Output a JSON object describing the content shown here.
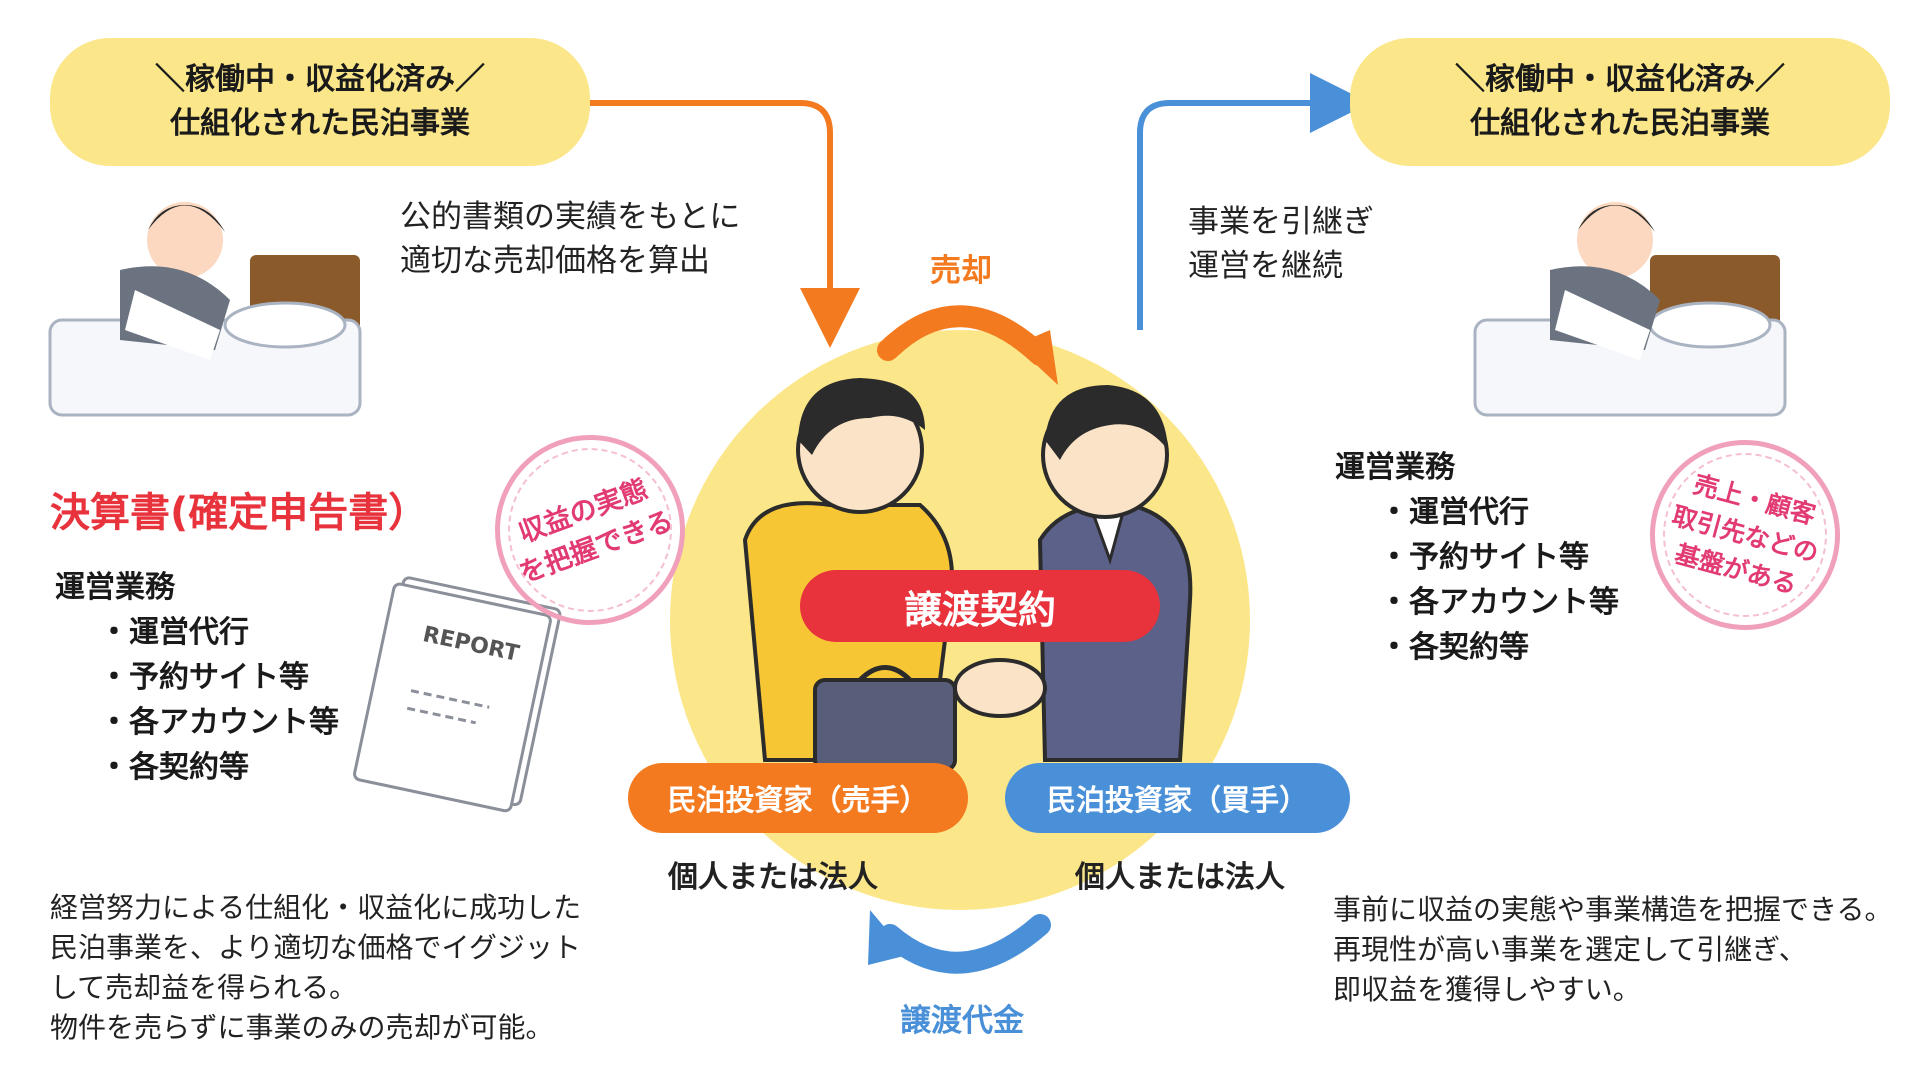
{
  "left_pill": {
    "line1": "＼稼働中・収益化済み／",
    "line2": "仕組化された民泊事業"
  },
  "right_pill": {
    "line1": "＼稼働中・収益化済み／",
    "line2": "仕組化された民泊事業"
  },
  "left_note": {
    "line1": "公的書類の実績をもとに",
    "line2": "適切な売却価格を算出"
  },
  "right_note": {
    "line1": "事業を引継ぎ",
    "line2": "運営を継続"
  },
  "sale_label": "売却",
  "payment_label": "譲渡代金",
  "contract_label": "譲渡契約",
  "financial_title": "決算書(確定申告書）",
  "left_ops": {
    "heading": "運営業務",
    "items": [
      "・運営代行",
      "・予約サイト等",
      "・各アカウント等",
      "・各契約等"
    ]
  },
  "right_ops": {
    "heading": "運営業務",
    "items": [
      "・運営代行",
      "・予約サイト等",
      "・各アカウント等",
      "・各契約等"
    ]
  },
  "left_stamp": {
    "line1": "収益の実態",
    "line2": "を把握できる"
  },
  "right_stamp": {
    "line1": "売上・顧客",
    "line2": "取引先などの",
    "line3": "基盤がある"
  },
  "report_label": "REPORT",
  "seller": {
    "role": "民泊投資家（売手）",
    "sub": "個人または法人"
  },
  "buyer": {
    "role": "民泊投資家（買手）",
    "sub": "個人または法人"
  },
  "seller_benefit": [
    "経営努力による仕組化・収益化に成功した",
    "民泊事業を、より適切な価格でイグジット",
    "して売却益を得られる。",
    "物件を売らずに事業のみの売却が可能。"
  ],
  "buyer_benefit": [
    "事前に収益の実態や事業構造を把握できる。",
    "再現性が高い事業を選定して引継ぎ、",
    "即収益を獲得しやすい。"
  ],
  "colors": {
    "orange": "#f47a20",
    "blue": "#4a90d9",
    "red": "#e8323c",
    "yellow": "#fbe78a",
    "pink": "#e23a72"
  }
}
